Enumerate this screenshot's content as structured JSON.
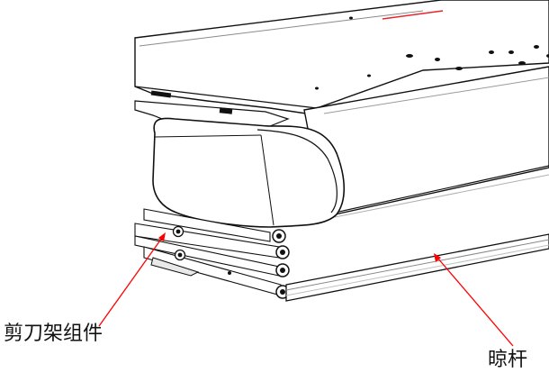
{
  "callouts": [
    {
      "id": "scissor-frame-assembly",
      "text": "剪刀架组件"
    },
    {
      "id": "drying-bar",
      "text": "晾杆"
    }
  ],
  "colors": {
    "outline": "#111111",
    "body_fill": "#ffffff",
    "shadow_fill": "#e9e9e9",
    "arrow": "#ff0000",
    "accent_line": "#e8262b"
  }
}
